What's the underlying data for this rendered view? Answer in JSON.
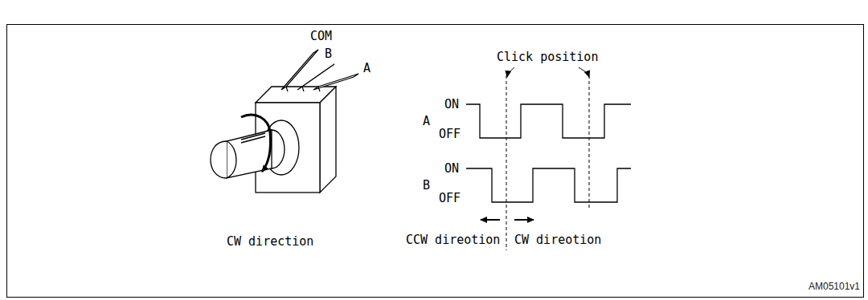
{
  "diagram": {
    "labels": [
      "COM",
      "B",
      "A",
      "CW direction",
      "Click position",
      "ON",
      "OFF",
      "A",
      "ON",
      "OFF",
      "B",
      "CCW direotion",
      "CW direotion",
      "AM05101v1"
    ]
  }
}
